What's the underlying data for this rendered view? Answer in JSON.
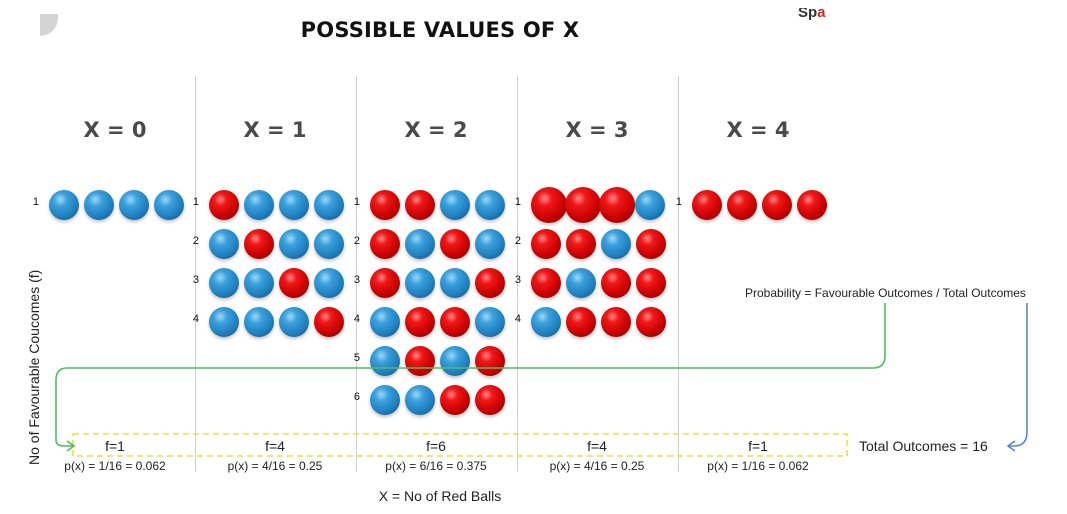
{
  "title": "POSSIBLE VALUES OF X",
  "logo_text": "Sp",
  "logo_accent": "a",
  "colors": {
    "red_ball": "#d60000",
    "blue_ball": "#2a8fd0",
    "green_arrow": "#4cbf5a",
    "blue_arrow": "#5b86c7",
    "dashed_box": "#e6e23a"
  },
  "y_axis_label": "No of Favourable Coucomes (f)",
  "x_axis_label": "X = No of Red Balls",
  "formula": "Probability = Favourable Outcomes / Total Outcomes",
  "total_outcomes": "Total Outcomes = 16",
  "columns": [
    {
      "heading": "X = 0",
      "f": "f=1",
      "p": "p(x) = 1/16 = 0.062",
      "rows": [
        {
          "n": "1",
          "balls": [
            "blue",
            "blue",
            "blue",
            "blue"
          ]
        }
      ]
    },
    {
      "heading": "X = 1",
      "f": "f=4",
      "p": "p(x) = 4/16 = 0.25",
      "rows": [
        {
          "n": "1",
          "balls": [
            "red",
            "blue",
            "blue",
            "blue"
          ]
        },
        {
          "n": "2",
          "balls": [
            "blue",
            "red",
            "blue",
            "blue"
          ]
        },
        {
          "n": "3",
          "balls": [
            "blue",
            "blue",
            "red",
            "blue"
          ]
        },
        {
          "n": "4",
          "balls": [
            "blue",
            "blue",
            "blue",
            "red"
          ]
        }
      ]
    },
    {
      "heading": "X = 2",
      "f": "f=6",
      "p": "p(x) = 6/16 = 0.375",
      "rows": [
        {
          "n": "1",
          "balls": [
            "red",
            "red",
            "blue",
            "blue"
          ]
        },
        {
          "n": "2",
          "balls": [
            "red",
            "blue",
            "red",
            "blue"
          ]
        },
        {
          "n": "3",
          "balls": [
            "red",
            "blue",
            "blue",
            "red"
          ]
        },
        {
          "n": "4",
          "balls": [
            "blue",
            "red",
            "red",
            "blue"
          ]
        },
        {
          "n": "5",
          "balls": [
            "blue",
            "red",
            "blue",
            "red"
          ]
        },
        {
          "n": "6",
          "balls": [
            "blue",
            "blue",
            "red",
            "red"
          ]
        }
      ]
    },
    {
      "heading": "X = 3",
      "f": "f=4",
      "p": "p(x) = 4/16 = 0.25",
      "rows": [
        {
          "n": "1",
          "balls": [
            "red",
            "red",
            "red",
            "blue"
          ]
        },
        {
          "n": "2",
          "balls": [
            "red",
            "red",
            "blue",
            "red"
          ]
        },
        {
          "n": "3",
          "balls": [
            "red",
            "blue",
            "red",
            "red"
          ]
        },
        {
          "n": "4",
          "balls": [
            "blue",
            "red",
            "red",
            "red"
          ]
        }
      ]
    },
    {
      "heading": "X = 4",
      "f": "f=1",
      "p": "p(x) = 1/16 = 0.062",
      "rows": [
        {
          "n": "1",
          "balls": [
            "red",
            "red",
            "red",
            "red"
          ]
        }
      ]
    }
  ]
}
